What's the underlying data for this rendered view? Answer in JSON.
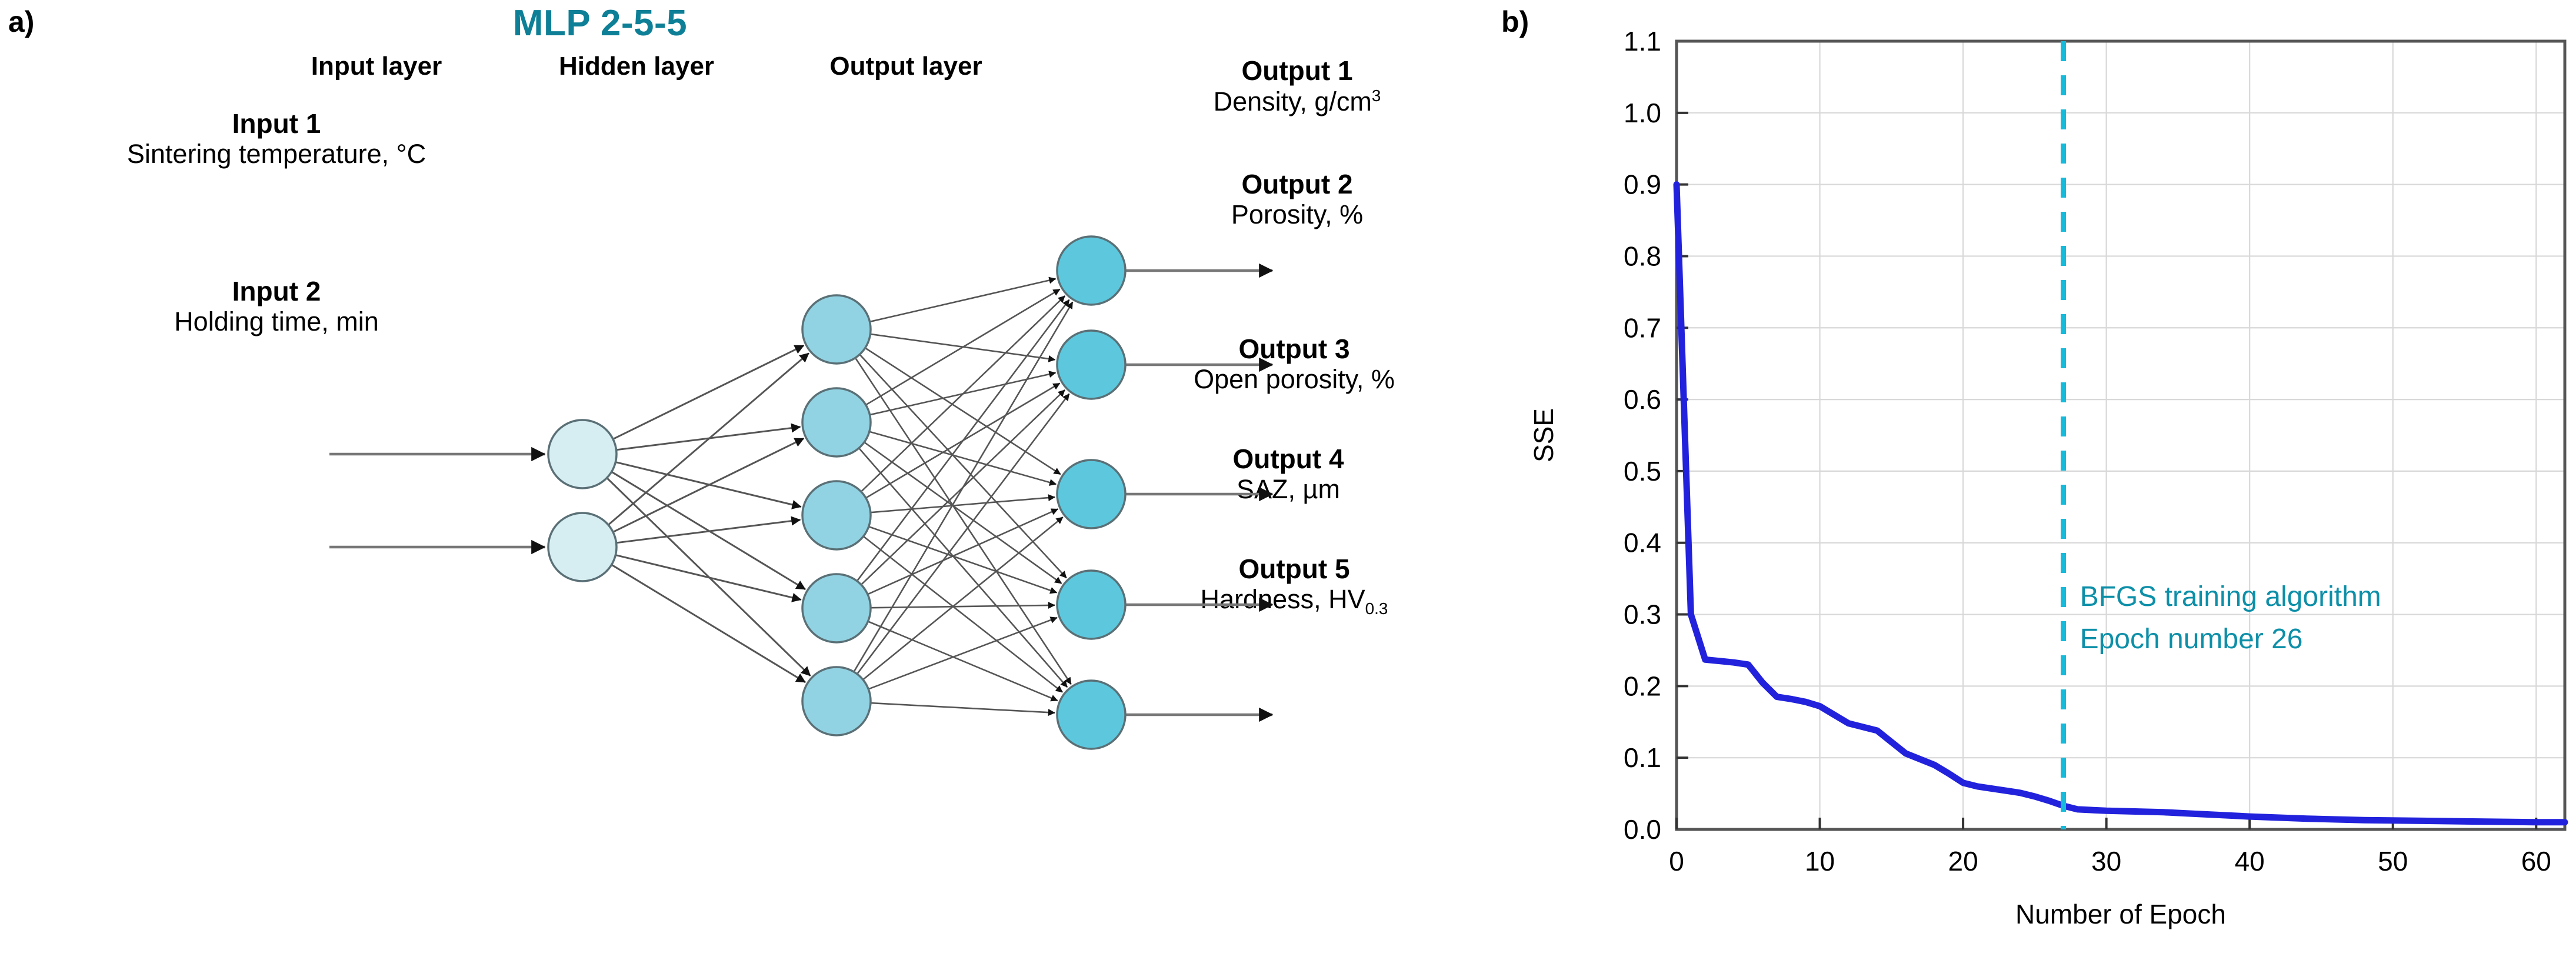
{
  "panels": {
    "a_label": "a)",
    "b_label": "b)"
  },
  "network": {
    "title": "MLP 2-5-5",
    "title_color": "#0d7f96",
    "layer_captions": {
      "input": "Input layer",
      "hidden": "Hidden layer",
      "output": "Output layer"
    },
    "counts": {
      "input": 2,
      "hidden": 5,
      "output": 5
    },
    "node_colors": {
      "input": "#d6edf2",
      "hidden": "#92d3e3",
      "output": "#5dc8dd",
      "stroke": "#5a7076"
    },
    "inputs": [
      {
        "name": "Input 1",
        "desc": "Sintering temperature, °C"
      },
      {
        "name": "Input 2",
        "desc": "Holding time, min"
      }
    ],
    "outputs": [
      {
        "name": "Output 1",
        "desc_pre": "Density, g/cm",
        "desc_sup": "3",
        "desc_post": ""
      },
      {
        "name": "Output 2",
        "desc_pre": "Porosity, %",
        "desc_sup": "",
        "desc_post": ""
      },
      {
        "name": "Output 3",
        "desc_pre": "Open porosity, %",
        "desc_sup": "",
        "desc_post": ""
      },
      {
        "name": "Output 4",
        "desc_pre": "SAZ, µm",
        "desc_sup": "",
        "desc_post": ""
      },
      {
        "name": "Output 5",
        "desc_pre": "Hardness, HV",
        "desc_sub": "0.3",
        "desc_post": ""
      }
    ]
  },
  "chart_data": {
    "type": "line",
    "title": "",
    "xlabel": "Number of Epoch",
    "ylabel": "SSE",
    "xlim": [
      0,
      62
    ],
    "ylim": [
      0.0,
      1.1
    ],
    "xticks": [
      0,
      10,
      20,
      30,
      40,
      50,
      60
    ],
    "xtick_labels": [
      "0",
      "10",
      "20",
      "30",
      "40",
      "50",
      "60"
    ],
    "yticks": [
      0.0,
      0.1,
      0.2,
      0.3,
      0.4,
      0.5,
      0.6,
      0.7,
      0.8,
      0.9,
      1.0,
      1.1
    ],
    "ytick_labels": [
      "0.0",
      "0.1",
      "0.2",
      "0.3",
      "0.4",
      "0.5",
      "0.6",
      "0.7",
      "0.8",
      "0.9",
      "1.0",
      "1.1"
    ],
    "grid": true,
    "legend": "none",
    "series": [
      {
        "name": "SSE",
        "color": "#2222dd",
        "x": [
          0,
          1,
          2,
          3,
          4,
          5,
          6,
          7,
          8,
          9,
          10,
          11,
          12,
          13,
          14,
          15,
          16,
          17,
          18,
          19,
          20,
          21,
          22,
          23,
          24,
          25,
          26,
          27,
          28,
          30,
          32,
          34,
          36,
          38,
          40,
          44,
          48,
          52,
          56,
          60,
          62
        ],
        "values": [
          0.9,
          0.3,
          0.237,
          0.235,
          0.233,
          0.23,
          0.205,
          0.185,
          0.182,
          0.178,
          0.172,
          0.16,
          0.148,
          0.143,
          0.138,
          0.122,
          0.106,
          0.098,
          0.09,
          0.078,
          0.065,
          0.06,
          0.057,
          0.054,
          0.051,
          0.046,
          0.04,
          0.033,
          0.028,
          0.026,
          0.025,
          0.024,
          0.022,
          0.02,
          0.018,
          0.015,
          0.013,
          0.012,
          0.011,
          0.01,
          0.01
        ]
      }
    ],
    "annotations": [
      {
        "type": "vline",
        "x": 27,
        "color": "#16bada",
        "style": "dashed",
        "lines": [
          "BFGS training algorithm",
          "Epoch number 26"
        ],
        "text_color": "#0d8fa8"
      }
    ]
  }
}
